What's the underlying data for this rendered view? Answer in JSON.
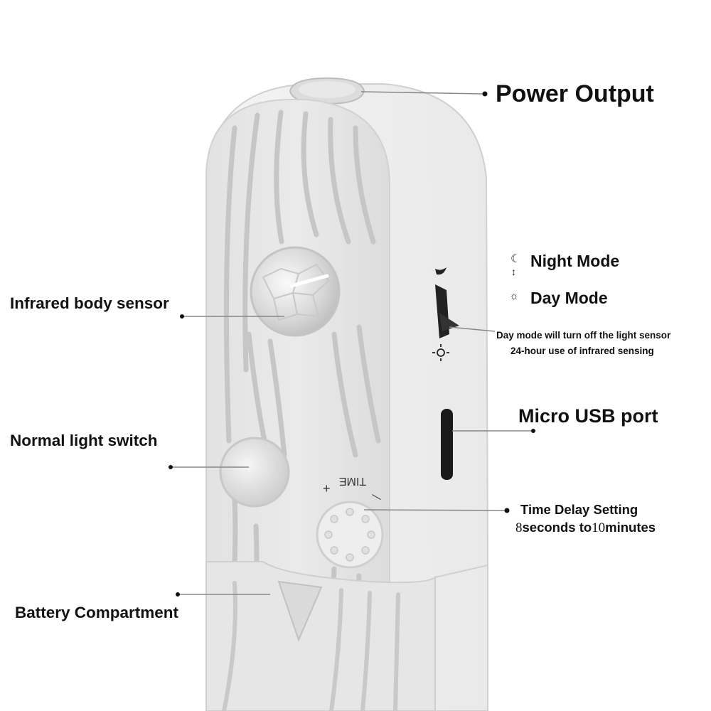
{
  "labels": {
    "power_output": "Power Output",
    "night_mode": "Night Mode",
    "day_mode": "Day Mode",
    "day_note_line1": "Day mode will turn off the light sensor",
    "day_note_line2": "24-hour use of infrared sensing",
    "infrared_sensor": "Infrared body sensor",
    "micro_usb": "Micro USB port",
    "normal_switch": "Normal light switch",
    "time_delay_title": "Time Delay Setting",
    "time_delay_min": "8",
    "time_delay_mid": "seconds to",
    "time_delay_max": "10",
    "time_delay_unit": "minutes",
    "battery": "Battery Compartment"
  },
  "device_text": {
    "time": "TIME",
    "plus": "+",
    "minus": "—"
  },
  "icons": {
    "moon": "moon-icon",
    "sun": "sun-icon",
    "arrow": "up-down-arrow-icon",
    "moon_glyph": "☾",
    "sun_glyph": "☼",
    "arrow_glyph": "↕"
  },
  "colors": {
    "body": "#ececec",
    "body_edge": "#d6d6d6",
    "text": "#111111",
    "slot": "#1a1a1a"
  }
}
